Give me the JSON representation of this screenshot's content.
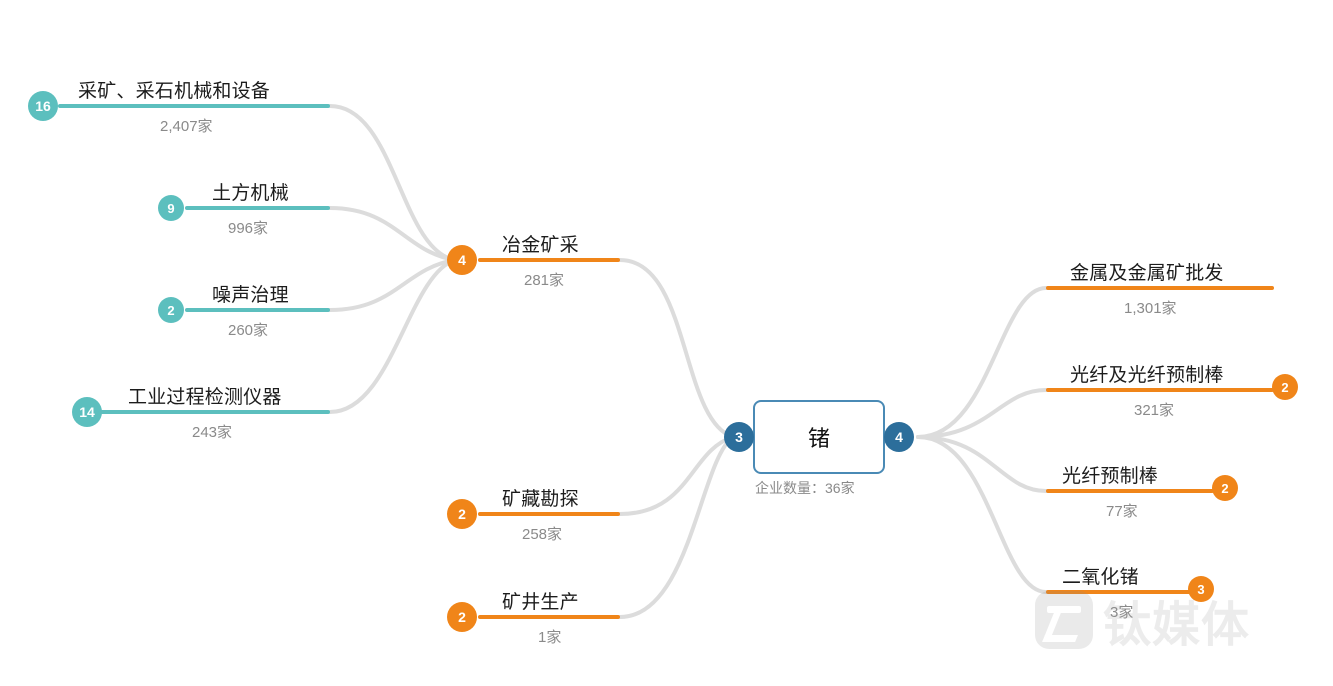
{
  "diagram": {
    "type": "mind-map",
    "colors": {
      "teal": "#5CBFBE",
      "orange": "#F08519",
      "blue": "#2C6E9B",
      "center_border": "#4A8AB5",
      "link": "#DCDCDC",
      "title_text": "#1C1C1C",
      "count_text": "#8A8A8A"
    },
    "center": {
      "title": "锗",
      "subtitle": "企业数量：36家",
      "left_badge": "3",
      "right_badge": "4"
    },
    "branch_node": {
      "title": "冶金矿采",
      "count": "281家",
      "badge": "4"
    },
    "upstream_children": [
      {
        "title": "采矿、采石机械和设备",
        "count": "2,407家",
        "badge": "16"
      },
      {
        "title": "土方机械",
        "count": "996家",
        "badge": "9"
      },
      {
        "title": "噪声治理",
        "count": "260家",
        "badge": "2"
      },
      {
        "title": "工业过程检测仪器",
        "count": "243家",
        "badge": "14"
      }
    ],
    "left_direct": [
      {
        "title": "矿藏勘探",
        "count": "258家",
        "badge": "2"
      },
      {
        "title": "矿井生产",
        "count": "1家",
        "badge": "2"
      }
    ],
    "right_children": [
      {
        "title": "金属及金属矿批发",
        "count": "1,301家",
        "badge": ""
      },
      {
        "title": "光纤及光纤预制棒",
        "count": "321家",
        "badge": "2"
      },
      {
        "title": "光纤预制棒",
        "count": "77家",
        "badge": "2"
      },
      {
        "title": "二氧化锗",
        "count": "3家",
        "badge": "3"
      }
    ],
    "watermark": {
      "text": "钛媒体"
    }
  }
}
